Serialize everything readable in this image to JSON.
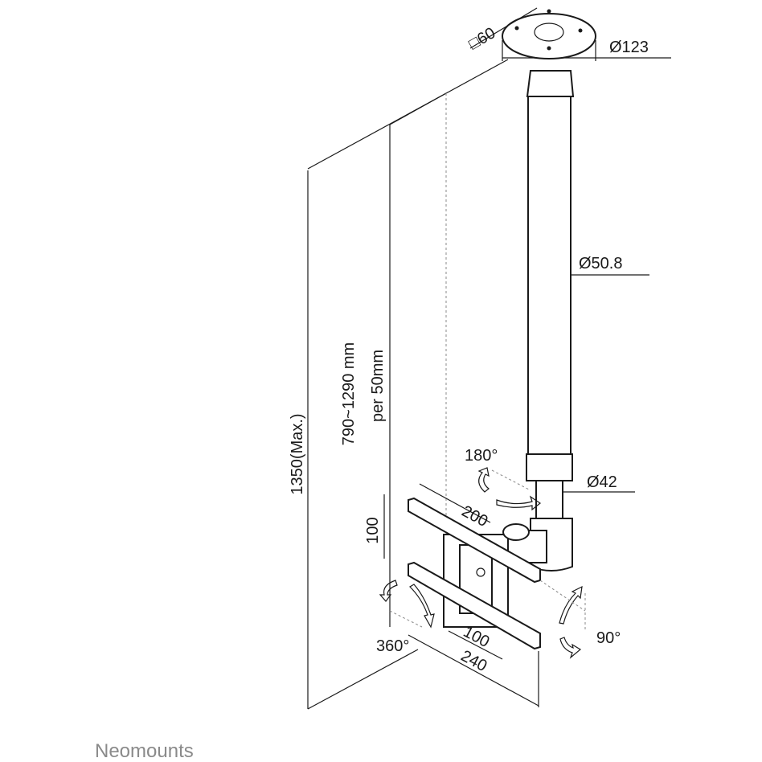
{
  "diagram": {
    "dimensions": {
      "plate_square": "□60",
      "plate_diameter": "Ø123",
      "pole_diameter": "Ø50.8",
      "inner_pole_diameter": "Ø42",
      "total_height": "1350(Max.)",
      "adjust_range": "790~1290 mm",
      "adjust_step": "per 50mm",
      "vesa_width_top": "200",
      "vesa_height": "100",
      "vesa_width_inner": "100",
      "vesa_width_outer": "240"
    },
    "rotations": {
      "swivel": "180°",
      "rotate": "360°",
      "tilt": "90°"
    }
  },
  "brand": {
    "name": "Neomounts"
  }
}
